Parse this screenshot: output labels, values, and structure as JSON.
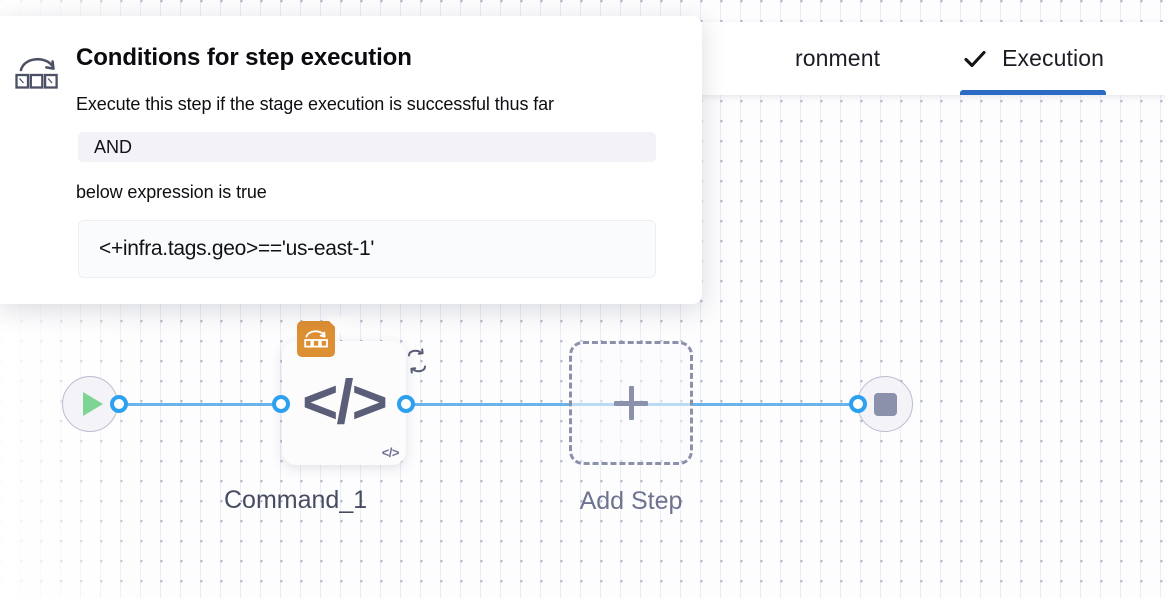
{
  "header": {
    "tabs": [
      {
        "label": "ronment",
        "full_label": "Environment",
        "icon": "",
        "active": false
      },
      {
        "label": "Execution",
        "icon": "check-icon",
        "active": true
      }
    ],
    "active_underline_color": "#2b6bc4"
  },
  "popover": {
    "icon": "looping-strategy-icon",
    "title": "Conditions for step execution",
    "description": "Execute this step if the stage execution is successful thus far",
    "condition_operator": "AND",
    "sub_description": "below expression is true",
    "expression": "<+infra.tags.geo>=='us-east-1'"
  },
  "pipeline": {
    "start_node": {
      "icon": "play-icon",
      "color": "#7ed492"
    },
    "end_node": {
      "icon": "stop-icon",
      "color": "#8b90ab"
    },
    "step": {
      "label": "Command_1",
      "glyph": "</>",
      "type_badge": "</>",
      "repeat_icon": "repeat-icon",
      "looping_badge_icon": "looping-strategy-icon",
      "looping_badge_color": "#dd8f33"
    },
    "add_step": {
      "label": "Add Step",
      "icon": "plus-icon"
    },
    "edge_color": "#6ab4ec",
    "port_color": "#2da1ee"
  }
}
